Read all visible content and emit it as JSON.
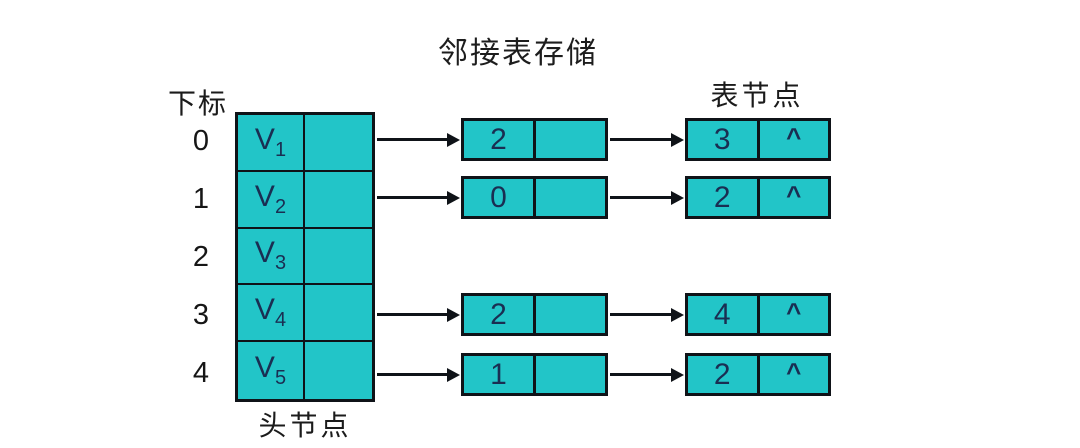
{
  "title": "邻接表存储",
  "labels": {
    "index_header": "下标",
    "head_node_caption": "头节点",
    "table_node_caption": "表节点"
  },
  "colors": {
    "cell_fill": "#22c5c8",
    "border": "#0f1318",
    "box_text": "#1a2e52"
  },
  "head_table": {
    "rows": [
      {
        "index": "0",
        "vertex_base": "V",
        "vertex_sub": "1"
      },
      {
        "index": "1",
        "vertex_base": "V",
        "vertex_sub": "2"
      },
      {
        "index": "2",
        "vertex_base": "V",
        "vertex_sub": "3"
      },
      {
        "index": "3",
        "vertex_base": "V",
        "vertex_sub": "4"
      },
      {
        "index": "4",
        "vertex_base": "V",
        "vertex_sub": "5"
      }
    ]
  },
  "adjacency_lists": [
    {
      "head_index": "0",
      "first_node": "2",
      "second_node": "3",
      "terminal": "^"
    },
    {
      "head_index": "1",
      "first_node": "0",
      "second_node": "2",
      "terminal": "^"
    },
    {
      "head_index": "3",
      "first_node": "2",
      "second_node": "4",
      "terminal": "^"
    },
    {
      "head_index": "4",
      "first_node": "1",
      "second_node": "2",
      "terminal": "^"
    }
  ]
}
